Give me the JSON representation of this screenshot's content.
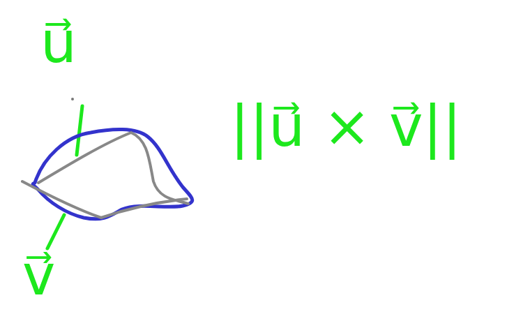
{
  "diagram": {
    "labels": [
      "u⃗",
      "v⃗",
      "||u⃗ × v⃗||"
    ]
  }
}
